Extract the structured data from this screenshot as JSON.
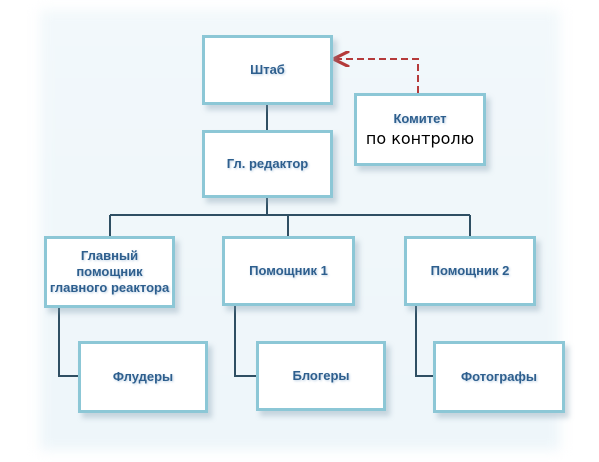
{
  "diagram": {
    "nodes": {
      "hq": "Штаб",
      "committee_title": "Комитет",
      "committee_subtitle": "по контролю",
      "chief_editor": "Гл. редактор",
      "chief_assistant": "Главный\nпомощник\nглавного реактора",
      "assistant1": "Помощник 1",
      "assistant2": "Помощник 2",
      "flooders": "Флудеры",
      "bloggers": "Блогеры",
      "photographers": "Фотографы"
    },
    "colors": {
      "border": "#8cc7d6",
      "line": "#2f4f63",
      "dashed": "#b53a3a",
      "text": "#2e5f8e"
    }
  }
}
